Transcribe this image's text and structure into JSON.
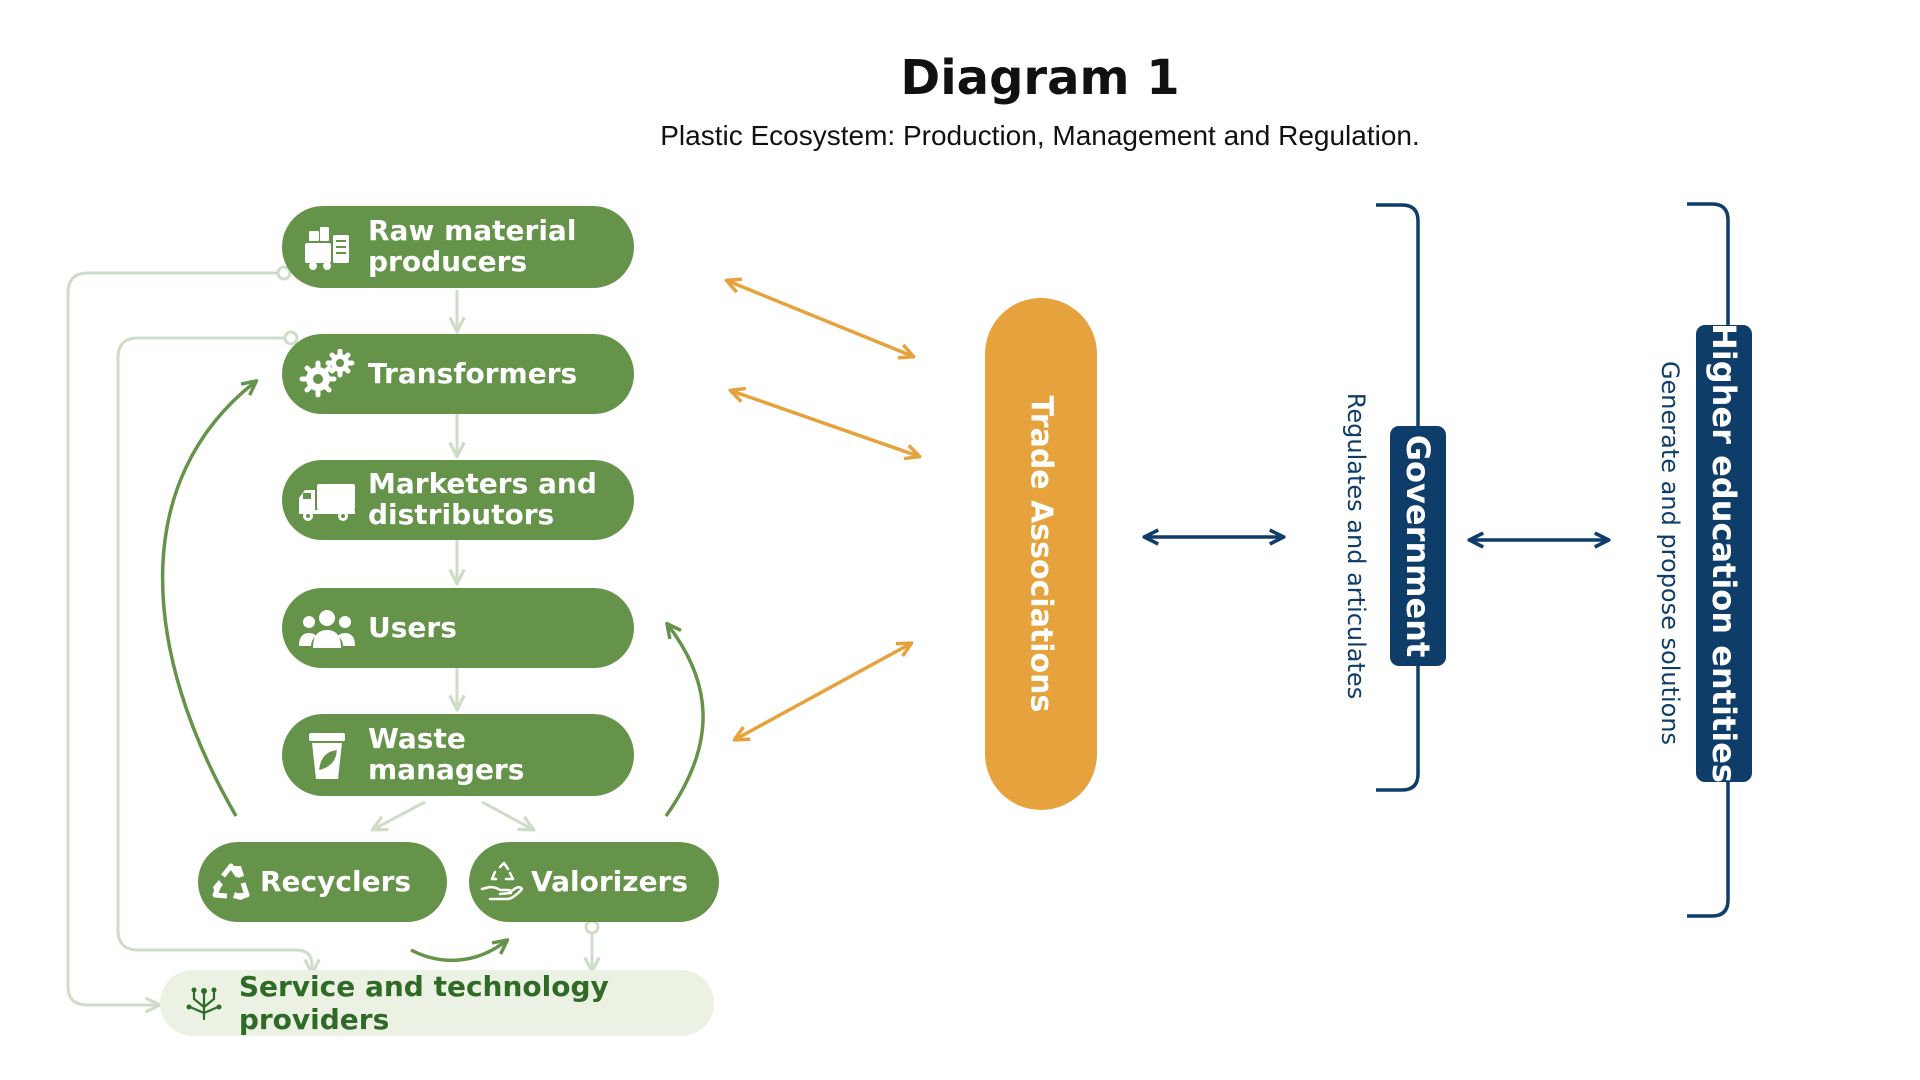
{
  "title": "Diagram 1",
  "subtitle": "Plastic Ecosystem: Production, Management and Regulation.",
  "colors": {
    "green": "#65934a",
    "light_green": "#ebf1e3",
    "orange": "#e6a23c",
    "navy": "#0f3d69",
    "gray_connector": "#cfdcc8"
  },
  "chain": [
    {
      "label": "Raw    material\nproducers",
      "icon": "factory-icon"
    },
    {
      "label": "Transformers",
      "icon": "gears-icon"
    },
    {
      "label": "Marketers and\ndistributors",
      "icon": "truck-icon"
    },
    {
      "label": "Users",
      "icon": "users-icon"
    },
    {
      "label": "Waste\nmanagers",
      "icon": "trash-bin-leaf-icon"
    }
  ],
  "recyclers": {
    "label": "Recyclers",
    "icon": "recycle-icon"
  },
  "valorizers": {
    "label": "Valorizers",
    "icon": "hand-recycle-icon"
  },
  "service": {
    "label": "Service and technology providers",
    "icon": "circuit-tree-icon"
  },
  "trade": {
    "label": "Trade Associations"
  },
  "government": {
    "label": "Government",
    "sublabel": "Regulates and articulates"
  },
  "higher_ed": {
    "label": "Higher education entities",
    "sublabel": "Generate and propose solutions"
  }
}
